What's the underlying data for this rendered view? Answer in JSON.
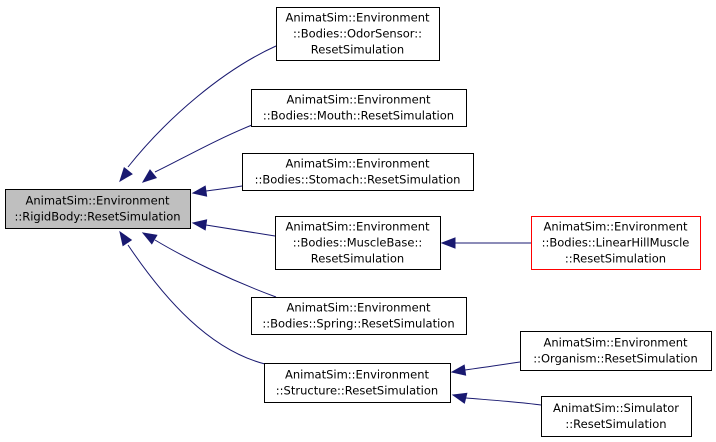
{
  "colors": {
    "edge": "#191970",
    "root_fill": "#bfbfbf",
    "highlight_border": "#ff0000",
    "default_border": "#000000"
  },
  "nodes": [
    {
      "id": "root",
      "lines": [
        "AnimatSim::Environment",
        "::RigidBody::ResetSimulation"
      ],
      "style": "root"
    },
    {
      "id": "odor",
      "lines": [
        "AnimatSim::Environment",
        "::Bodies::OdorSensor::",
        "ResetSimulation"
      ],
      "style": "default"
    },
    {
      "id": "mouth",
      "lines": [
        "AnimatSim::Environment",
        "::Bodies::Mouth::ResetSimulation"
      ],
      "style": "default"
    },
    {
      "id": "stomach",
      "lines": [
        "AnimatSim::Environment",
        "::Bodies::Stomach::ResetSimulation"
      ],
      "style": "default"
    },
    {
      "id": "muscle",
      "lines": [
        "AnimatSim::Environment",
        "::Bodies::MuscleBase::",
        "ResetSimulation"
      ],
      "style": "default"
    },
    {
      "id": "hill",
      "lines": [
        "AnimatSim::Environment",
        "::Bodies::LinearHillMuscle",
        "::ResetSimulation"
      ],
      "style": "highlight"
    },
    {
      "id": "spring",
      "lines": [
        "AnimatSim::Environment",
        "::Bodies::Spring::ResetSimulation"
      ],
      "style": "default"
    },
    {
      "id": "structure",
      "lines": [
        "AnimatSim::Environment",
        "::Structure::ResetSimulation"
      ],
      "style": "default"
    },
    {
      "id": "organism",
      "lines": [
        "AnimatSim::Environment",
        "::Organism::ResetSimulation"
      ],
      "style": "default"
    },
    {
      "id": "simulator",
      "lines": [
        "AnimatSim::Simulator",
        "::ResetSimulation"
      ],
      "style": "default"
    }
  ],
  "edges": [
    {
      "from": "odor",
      "to": "root"
    },
    {
      "from": "mouth",
      "to": "root"
    },
    {
      "from": "stomach",
      "to": "root"
    },
    {
      "from": "muscle",
      "to": "root"
    },
    {
      "from": "spring",
      "to": "root"
    },
    {
      "from": "structure",
      "to": "root"
    },
    {
      "from": "hill",
      "to": "muscle"
    },
    {
      "from": "organism",
      "to": "structure"
    },
    {
      "from": "simulator",
      "to": "structure"
    }
  ]
}
